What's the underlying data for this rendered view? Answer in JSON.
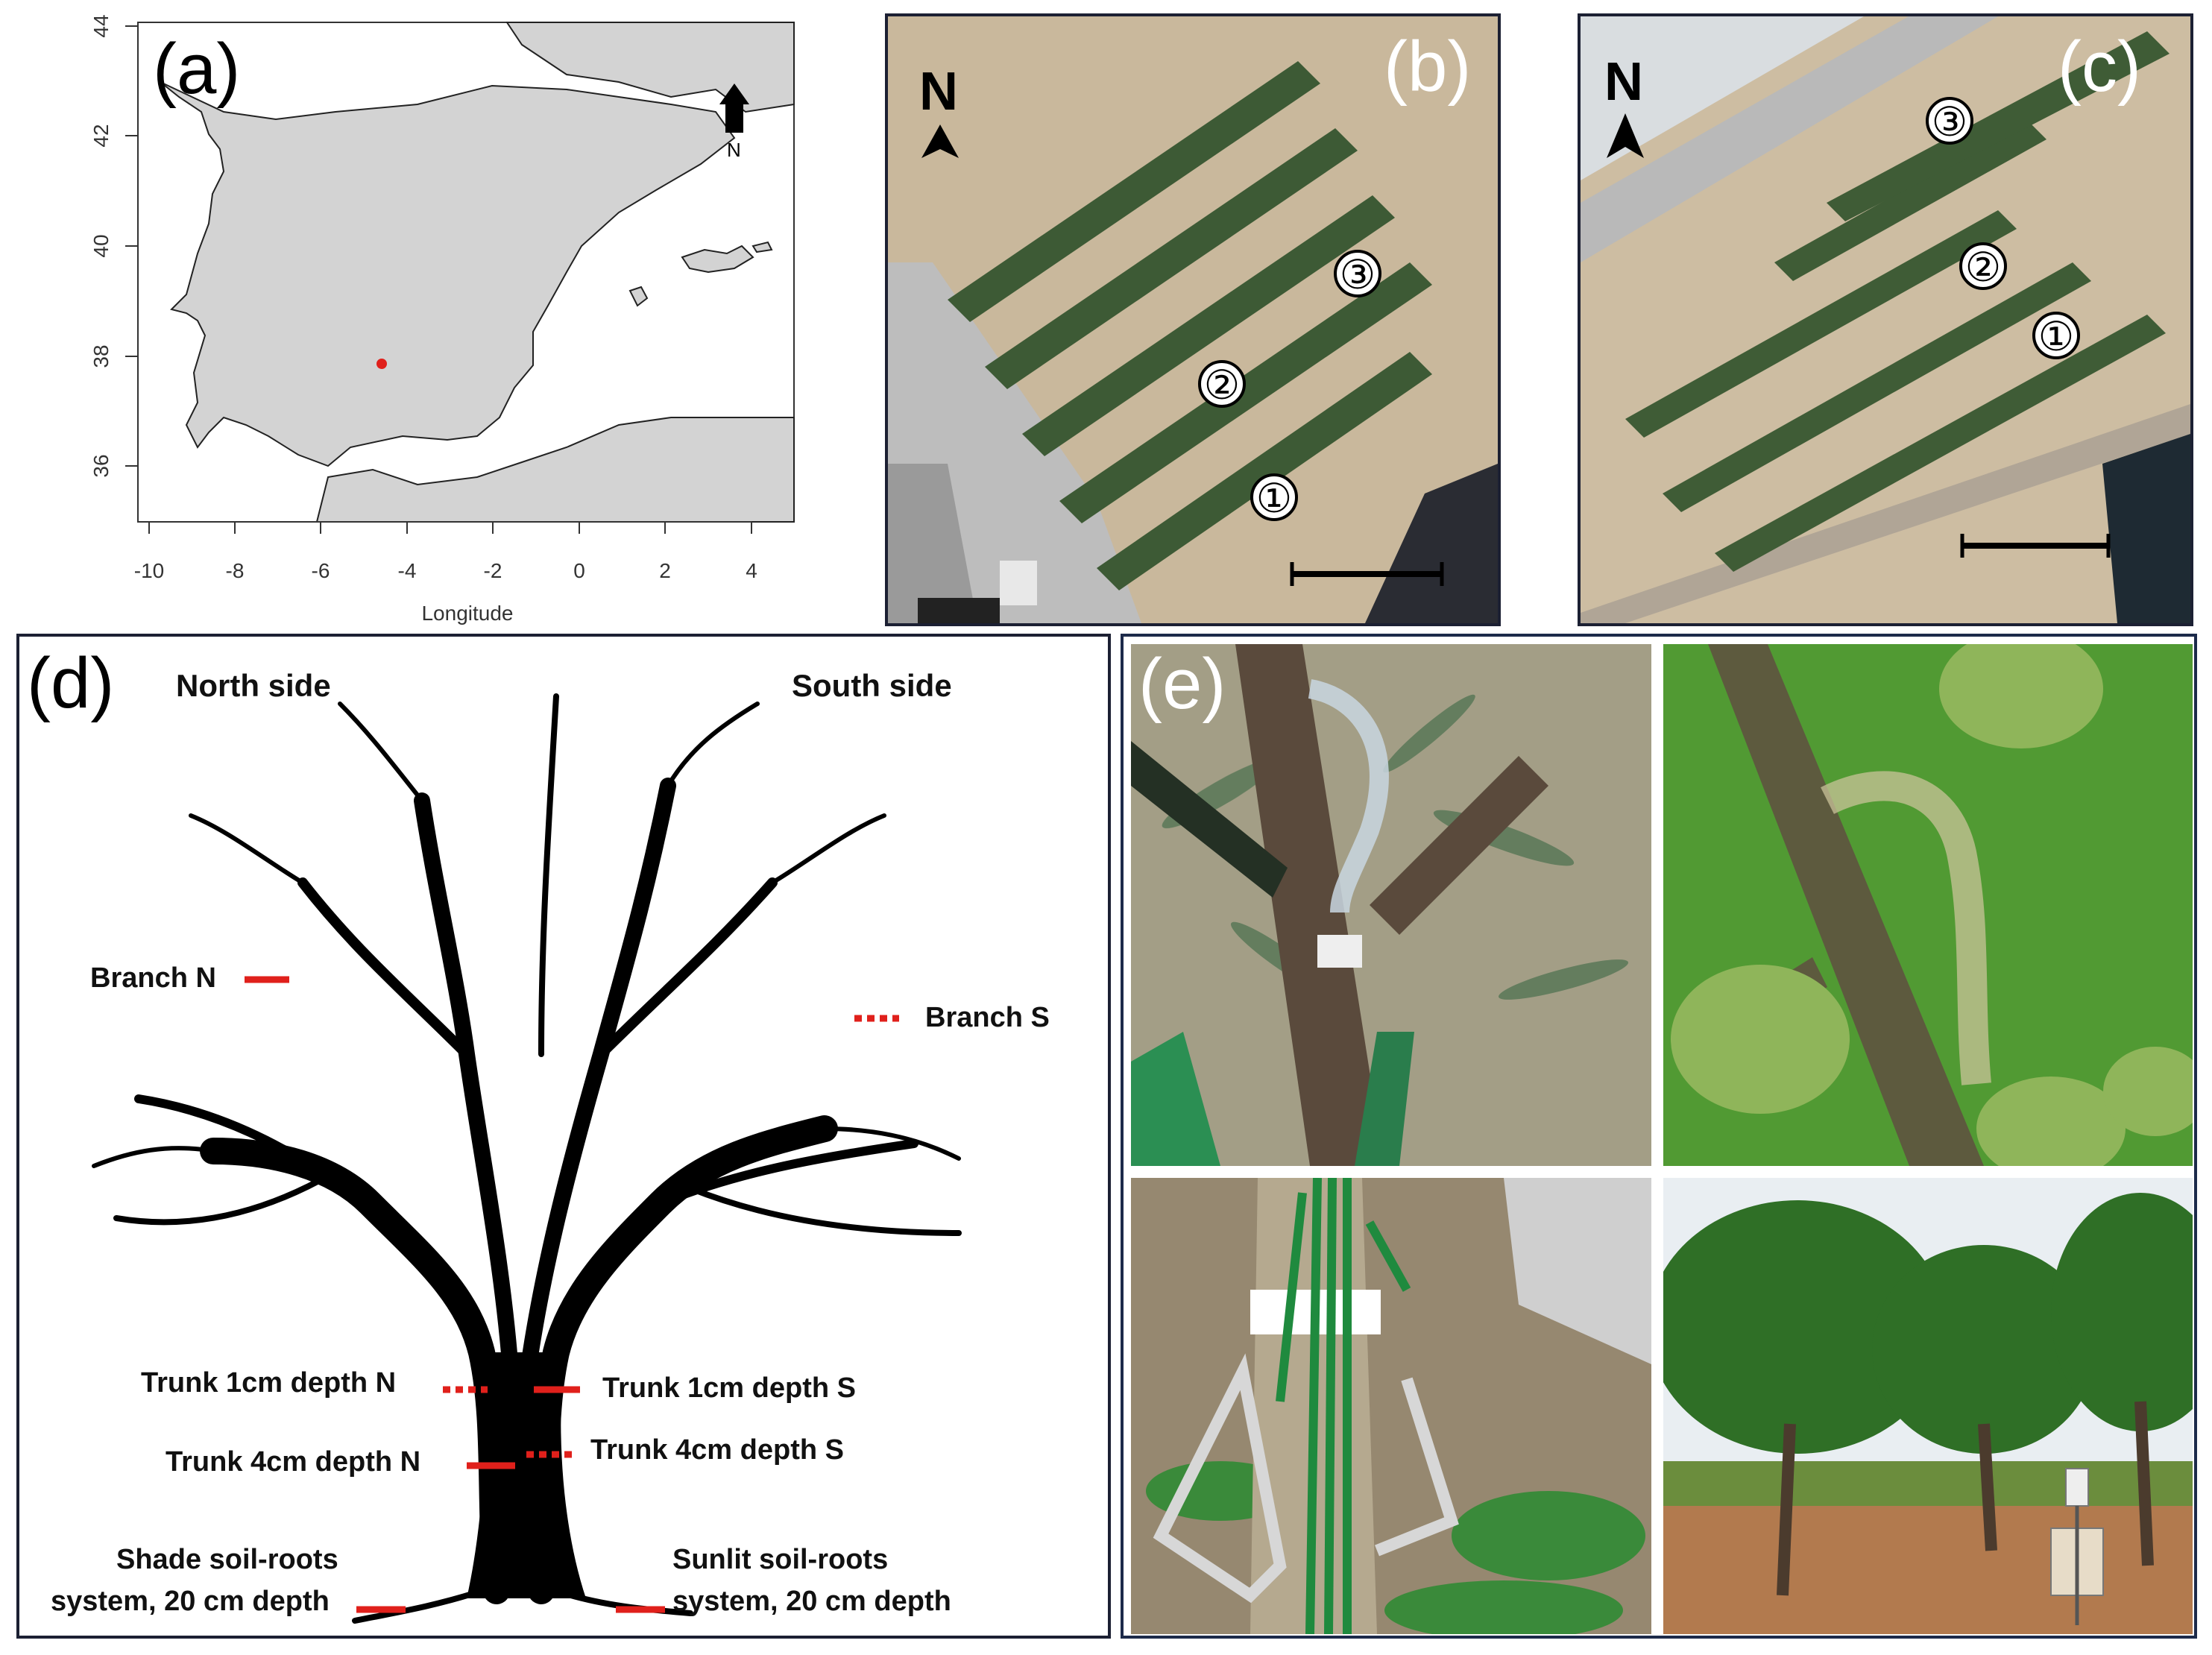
{
  "panel_a": {
    "letter": "(a)",
    "north_label": "N",
    "xlabel": "Longitude",
    "xticks": [
      "-10",
      "-8",
      "-6",
      "-4",
      "-2",
      "0",
      "2",
      "4"
    ],
    "yticks": [
      "36",
      "38",
      "40",
      "42",
      "44"
    ],
    "land_color": "#d3d3d3",
    "site_color": "#e0201b",
    "site": {
      "lon": -4.5,
      "lat": 37.8
    }
  },
  "panel_b": {
    "letter": "(b)",
    "north_label": "N",
    "markers": [
      "①",
      "②",
      "③"
    ]
  },
  "panel_c": {
    "letter": "(c)",
    "north_label": "N",
    "markers": [
      "①",
      "②",
      "③"
    ]
  },
  "panel_d": {
    "letter": "(d)",
    "north_side": "North side",
    "south_side": "South side",
    "branch_n": "Branch N",
    "branch_s": "Branch S",
    "trunk1_n": "Trunk 1cm depth  N",
    "trunk1_s": "Trunk 1cm depth S",
    "trunk4_n": "Trunk 4cm depth N",
    "trunk4_s": "Trunk 4cm depth S",
    "shade_line1": "Shade soil-roots",
    "shade_line2": "system, 20 cm depth",
    "sunlit_line1": "Sunlit soil-roots",
    "sunlit_line2": "system, 20 cm depth",
    "marker_color": "#e0201b",
    "tree_color": "#000000"
  },
  "panel_e": {
    "letter": "(e)",
    "frame_color": "#1c2a4a"
  }
}
